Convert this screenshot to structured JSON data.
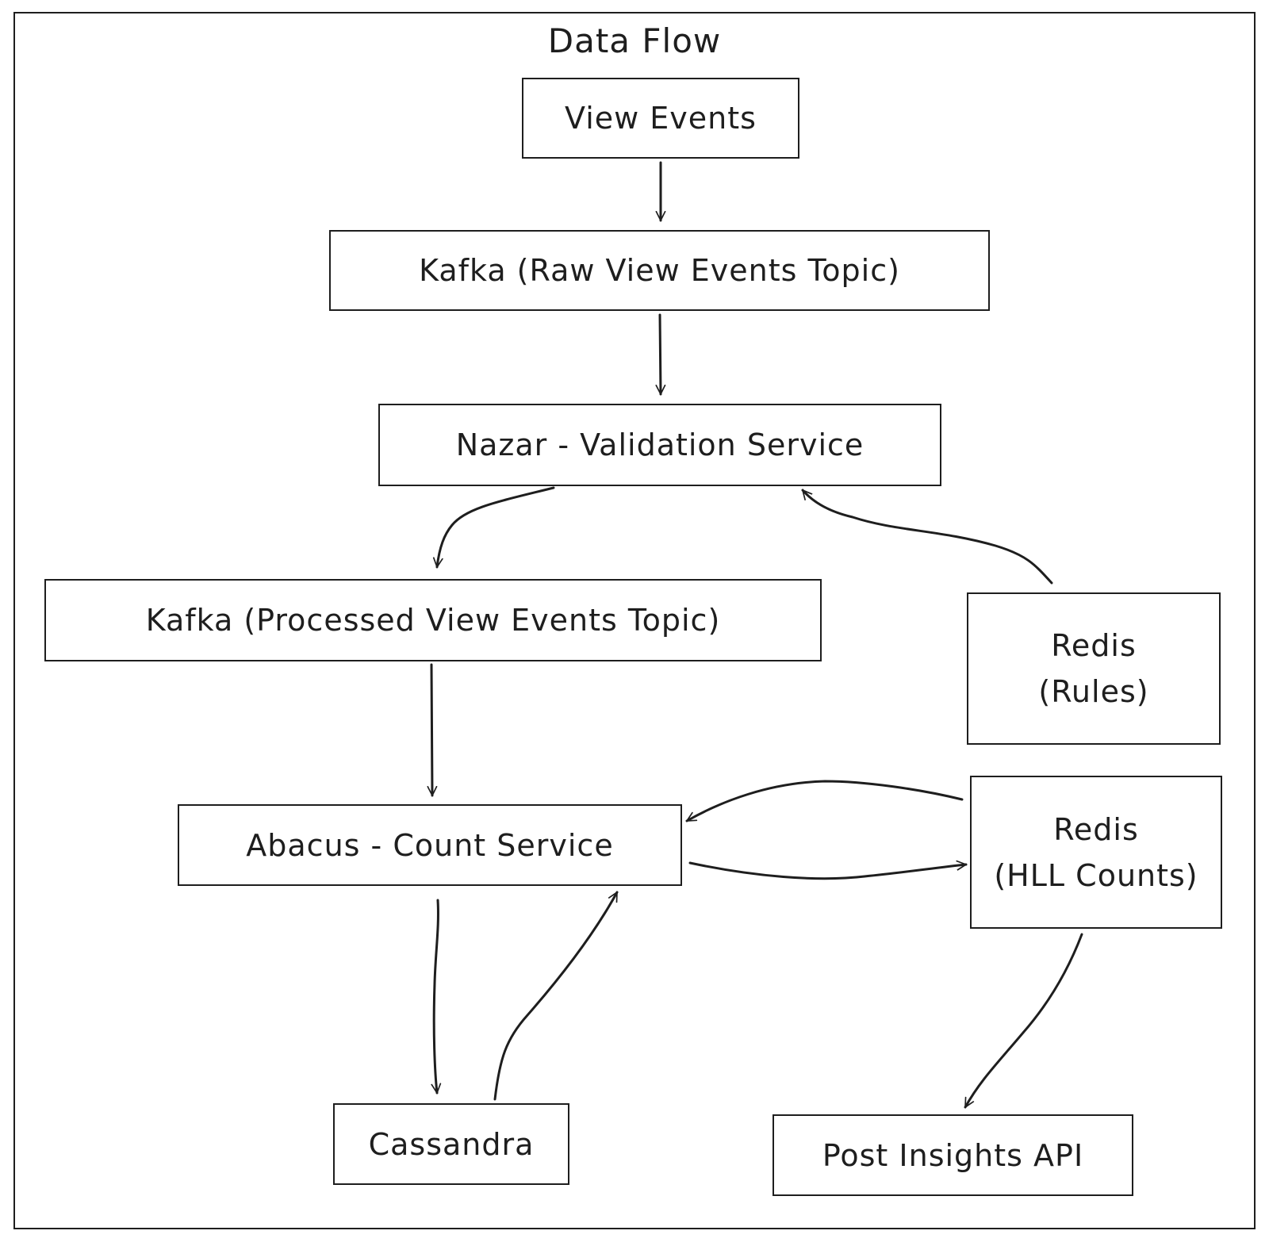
{
  "diagram": {
    "title": "Data Flow",
    "nodes": {
      "view_events": "View Events",
      "kafka_raw": "Kafka (Raw View Events Topic)",
      "nazar": "Nazar - Validation Service",
      "kafka_processed": "Kafka (Processed View Events Topic)",
      "redis_rules": "Redis\n(Rules)",
      "abacus": "Abacus - Count Service",
      "redis_hll": "Redis\n(HLL Counts)",
      "cassandra": "Cassandra",
      "post_insights": "Post Insights API"
    },
    "edges": [
      {
        "from": "view_events",
        "to": "kafka_raw"
      },
      {
        "from": "kafka_raw",
        "to": "nazar"
      },
      {
        "from": "nazar",
        "to": "kafka_processed"
      },
      {
        "from": "redis_rules",
        "to": "nazar"
      },
      {
        "from": "kafka_processed",
        "to": "abacus"
      },
      {
        "from": "redis_hll",
        "to": "abacus"
      },
      {
        "from": "abacus",
        "to": "redis_hll"
      },
      {
        "from": "abacus",
        "to": "cassandra"
      },
      {
        "from": "cassandra",
        "to": "abacus"
      },
      {
        "from": "redis_hll",
        "to": "post_insights"
      }
    ]
  }
}
